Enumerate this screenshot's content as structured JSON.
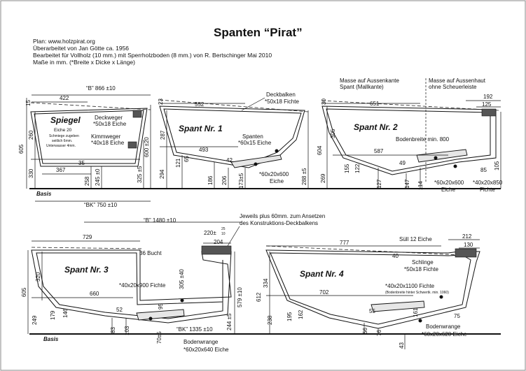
{
  "title": "Spanten “Pirat”",
  "header": [
    "Plan: www.holzpirat.org",
    "Überarbeitet von Jan Götte ca. 1956",
    "Bearbeitet für Vollholz (10 mm.) mit Sperrholzboden (8 mm.) von R. Bertschinger Mai 2010",
    "Maße in mm. (*Breite x Dicke x Länge)"
  ],
  "notes": {
    "aussenkante_1": "Masse auf Aussenkante",
    "aussenkante_2": "Spant (Mallkante)",
    "aussenhaut_1": "Masse auf Aussenhaut",
    "aussenhaut_2": "ohne Scheuerleiste",
    "ansetzen_1": "Jeweils plus 60mm. zum Ansetzen",
    "ansetzen_2": "des Konstruktions-Deckbalkens"
  },
  "basis": "Basis",
  "spiegel": {
    "name": "Spiegel",
    "material": "Eiche 20",
    "note_1": "Schmiege zugeben",
    "note_2": "seitlich 6mm.",
    "note_3": "Unterwasser 4mm.",
    "deckweger": "Deckweger",
    "deckweger_dim": "*50x18 Eiche",
    "kimmweger": "Kimmweger",
    "kimmweger_dim": "*40x18 Eiche",
    "B": "“B” 866 ±10",
    "BK": "“BK” 750 ±10",
    "d422": "422",
    "d15": "15",
    "d260": "260",
    "d605": "605",
    "d330": "330",
    "d367": "367",
    "d35": "35",
    "d258": "258",
    "d245": "245 ±0",
    "d325": "325 ±5",
    "d600": "600 ±20"
  },
  "spant1": {
    "name": "Spant Nr. 1",
    "deckbalken": "Deckbalken",
    "deckbalken_dim": "*50x18 Fichte",
    "spanten": "Spanten",
    "spanten_dim": "*60x15 Eiche",
    "boden": "*60x20x600",
    "boden_mat": "Eiche",
    "d552": "552",
    "d493": "493",
    "d42": "42",
    "d23": "23",
    "d287": "287",
    "d294": "294",
    "d121": "121",
    "d65": "65",
    "d186": "186",
    "d206": "206",
    "d173": "173±5",
    "d288": "288 ±5"
  },
  "spant2": {
    "name": "Spant Nr. 2",
    "bodenbreite": "Bodenbreite min. 800",
    "d651": "651",
    "d192": "192",
    "d125": "125",
    "d30": "30",
    "d305": "305",
    "d604": "604",
    "d269": "269",
    "d587": "587",
    "d49": "49",
    "d155": "155",
    "d122": "122",
    "d127": "127",
    "d147": "147",
    "d114": "114",
    "d85": "85",
    "d105": "105",
    "boden": "*60x20x600",
    "boden_mat": "Eiche",
    "spant_dim": "*40x20x850",
    "spant_mat": "Fichte"
  },
  "spant3": {
    "name": "Spant Nr. 3",
    "B": "“B” 1480 ±10",
    "BK": "“BK” 1335 ±10",
    "bucht": "36 Bucht",
    "fichte": "*40x20x900 Fichte",
    "bodenwrange": "Bodenwrange",
    "bodenwrange_dim": "*60x20x640 Eiche",
    "d729": "729",
    "d220": "220±",
    "d25": "25",
    "d10": "10",
    "d204": "204",
    "d320": "320",
    "d605": "605",
    "d249": "249",
    "d660": "660",
    "d52": "52",
    "d179": "179",
    "d146": "146",
    "d95": "95",
    "d305": "305 ±40",
    "d579": "579 ±10",
    "d83": "83",
    "d103": "103",
    "d70": "70±5",
    "d244": "244 ±5"
  },
  "spant4": {
    "name": "Spant Nr. 4",
    "suell": "Süll 12 Eiche",
    "schlinge": "Schlinge",
    "schlinge_dim": "*50x18 Fichte",
    "fichte": "*40x20x1100 Fichte",
    "fichte_note": "(Bodenbreite hinter Schwertk. min. 1060)",
    "bodenwrange": "Bodenwrange",
    "bodenwrange_dim": "*60x20x620 Eiche",
    "d777": "777",
    "d212": "212",
    "d130": "130",
    "d40": "40",
    "d334": "334",
    "d612": "612",
    "d702": "702",
    "d55": "55",
    "d238": "238",
    "d195": "195",
    "d162": "162",
    "d161": "161",
    "d75": "75",
    "d56": "56",
    "d76": "76",
    "d43": "43"
  }
}
